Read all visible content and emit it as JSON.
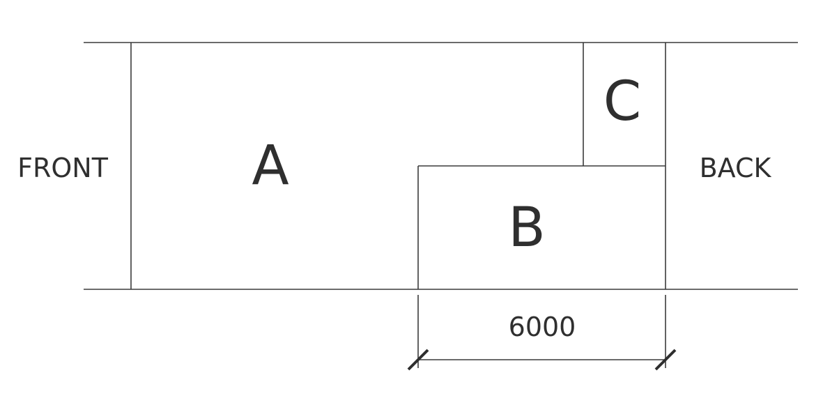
{
  "labels": {
    "front": "FRONT",
    "back": "BACK",
    "area_a": "A",
    "area_b": "B",
    "area_c": "C"
  },
  "dimension": {
    "value": "6000"
  }
}
